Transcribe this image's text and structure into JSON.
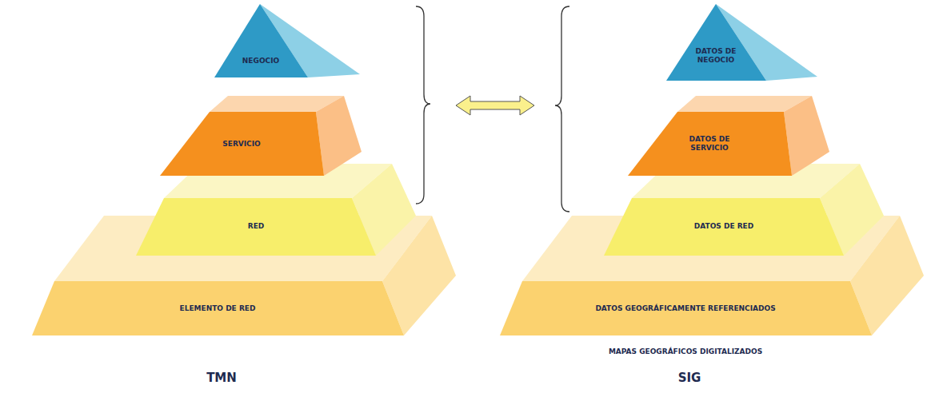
{
  "diagram": {
    "nodes": [
      {
        "text": [
          "NEGOCIO"
        ]
      },
      {
        "text": [
          "SERVICIO"
        ]
      },
      {
        "text": [
          "RED"
        ]
      },
      {
        "text": [
          "ELEMENTO DE RED"
        ]
      },
      {
        "text": [
          "DATOS DE NEGOCIO"
        ]
      },
      {
        "text": [
          "DATOS DE SERVICIO"
        ]
      },
      {
        "text": [
          "DATOS DE RED"
        ]
      },
      {
        "text": [
          "DATOS GEOGRÁFICAMENTE REFERENCIADOS"
        ]
      }
    ],
    "labels": [
      "MAPAS GEOGRÁFICOS DIGITALIZADOS",
      "TMN",
      "SIG"
    ]
  }
}
